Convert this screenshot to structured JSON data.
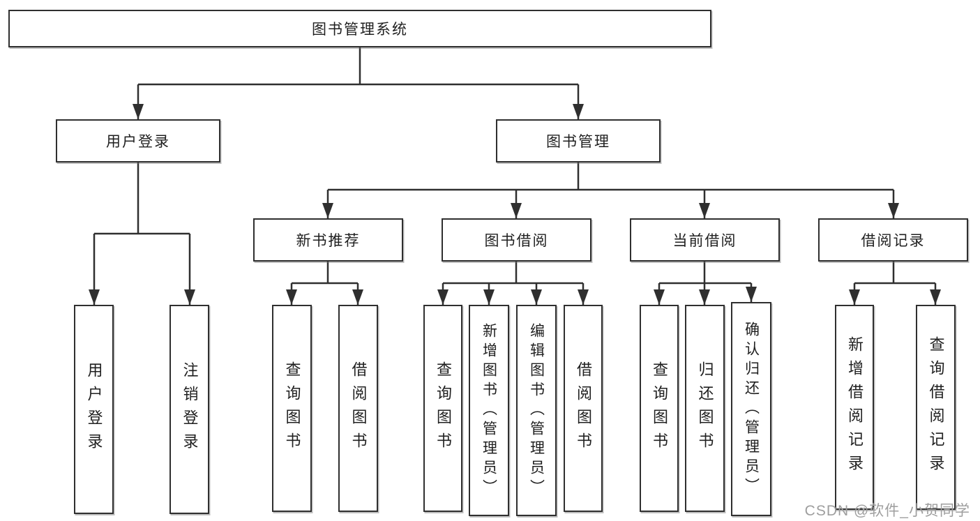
{
  "tree": {
    "root": {
      "label": "图书管理系统"
    },
    "branches": [
      {
        "label": "用户登录",
        "children": [
          {
            "label": "用户登录"
          },
          {
            "label": "注销登录"
          }
        ]
      },
      {
        "label": "图书管理",
        "children": [
          {
            "label": "新书推荐",
            "children": [
              {
                "label": "查询图书"
              },
              {
                "label": "借阅图书"
              }
            ]
          },
          {
            "label": "图书借阅",
            "children": [
              {
                "label": "查询图书"
              },
              {
                "label": "新增图书（管理员）"
              },
              {
                "label": "编辑图书（管理员）"
              },
              {
                "label": "借阅图书"
              }
            ]
          },
          {
            "label": "当前借阅",
            "children": [
              {
                "label": "查询图书"
              },
              {
                "label": "归还图书"
              },
              {
                "label": "确认归还（管理员）"
              }
            ]
          },
          {
            "label": "借阅记录",
            "children": [
              {
                "label": "新增借阅记录"
              },
              {
                "label": "查询借阅记录"
              }
            ]
          }
        ]
      }
    ]
  },
  "watermark": {
    "text": "CSDN @软件_小贺同学"
  },
  "colors": {
    "line": "#2f2f2f",
    "box_border": "#2f2f2f",
    "text": "#1f1f1f",
    "watermark": "#9e9e9e",
    "background": "#ffffff"
  }
}
